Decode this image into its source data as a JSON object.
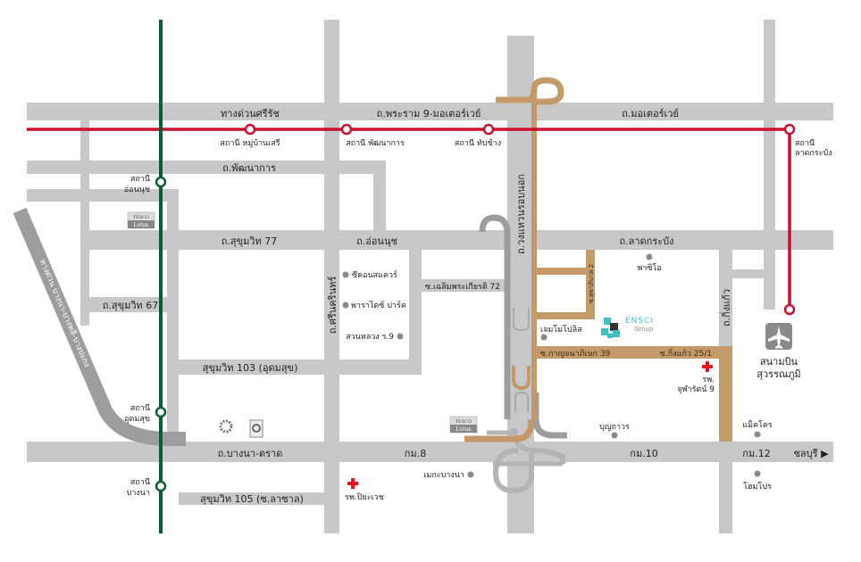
{
  "colors": {
    "road": "#c8c8ca",
    "red_line": "#c8102e",
    "green_line": "#0b5e2c",
    "route": "#c49a68",
    "expressway": "#9d9d9f",
    "hospital": "#e8141c",
    "brand": "#3cc0c0"
  },
  "roads": {
    "sirirat_expressway": "ทางด่วนศรีรัช",
    "rama9_motorway": "ถ.พระราม 9-มอเตอร์เวย์",
    "motorway": "ถ.มอเตอร์เวย์",
    "phatthanakan": "ถ.พัฒนาการ",
    "sukhumvit77": "ถ.สุขุมวิท 77",
    "onnut": "ถ.อ่อนนุช",
    "latkrabang": "ถ.ลาดกระบัง",
    "sukhumvit67": "ถ.สุขุมวิท 67",
    "chaloem72": "ซ.เฉลิมพระเกียรติ 72",
    "sukhumvit103": "สุขุมวิท 103 (อุดมสุข)",
    "bangna_trat": "ถ.บางนา-ตราด",
    "km8": "กม.8",
    "km10": "กม.10",
    "km12": "กม.12",
    "chonburi": "ชลบุรี ▶",
    "sukhumvit105": "สุขุมวิท 105 (ซ.ลาซาล)",
    "srinakarin": "ถ.ศรีนครินทร์",
    "outer_ring": "ถ.วงแหวนรอบนอก",
    "sukhaphiban2": "ซ.สุขาภิบาล 2",
    "kanchanaphisek39": "ซ.กาญจนาภิเษก 39",
    "kingkaew25": "ซ.กิ่งแก้ว 25/1",
    "kingkaew": "ถ.กิ่งแก้ว",
    "expressway_bangna": "ทางด่วน บางนา-บางพลี-บางปะกง"
  },
  "stations": {
    "muban_seri": "สถานี หมู่บ้านเสรี",
    "phatthanakan": "สถานี พัฒนาการ",
    "thap_chang": "สถานี ทับช้าง",
    "latkrabang_1": "สถานี",
    "latkrabang_2": "ลาดกระบัง",
    "onnut_1": "สถานี",
    "onnut_2": "อ่อนนุช",
    "udomsuk_1": "สถานี",
    "udomsuk_2": "อุดมสุข",
    "bangna_1": "สถานี",
    "bangna_2": "บางนา"
  },
  "landmarks": {
    "seacon": "ซีคอนสแควร์",
    "paradise": "พาราไดซ์ ปาร์ค",
    "suanluang": "สวนหลวง ร.9",
    "paseo": "พาซิโอ",
    "gems": "เจมโมโปลิส",
    "boonthavorn": "บุญถาวร",
    "makro": "แม็คโคร",
    "homepro": "โฮมโปร",
    "mega": "เมกะบางนา",
    "hosp_chula_1": "รพ.",
    "hosp_chula_2": "จุฬารัตน์ 9",
    "hosp_piyavate": "รพ.ปิยะเวช",
    "airport_1": "สนามบิน",
    "airport_2": "สุวรรณภูมิ",
    "tesco_1": "TESCO",
    "tesco_2": "Lotus"
  },
  "brand": {
    "name": "ENSCI",
    "sub": "Group"
  }
}
